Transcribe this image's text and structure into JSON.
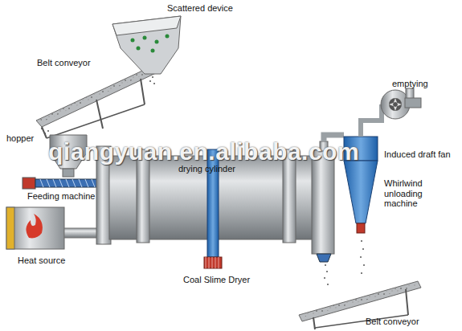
{
  "diagram": {
    "labels": [
      "Scattered device",
      "Belt conveyor",
      "hopper",
      "Feeding machine",
      "Heat source",
      "qiangyuan.en.alibaba.com",
      "drying cylinder",
      "Coal Slime Dryer",
      "emptying",
      "Induced draft fan",
      "Whirlwind unloading machine",
      "Belt conveyor"
    ]
  }
}
